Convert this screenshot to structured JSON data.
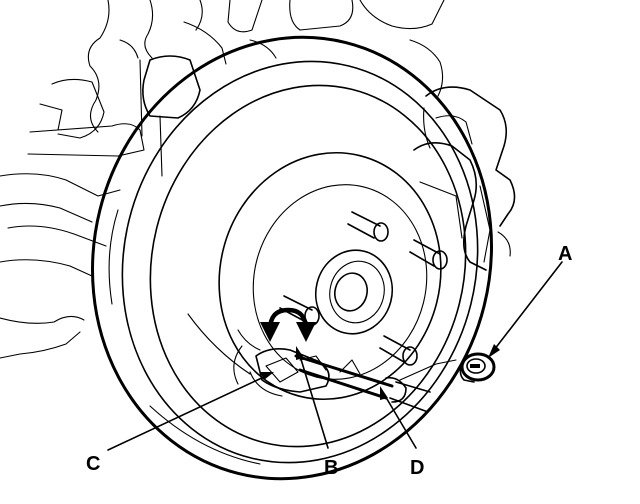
{
  "callouts": {
    "a": "A",
    "b": "B",
    "c": "C",
    "d": "D"
  },
  "colors": {
    "ink": "#000000",
    "paper": "#ffffff"
  }
}
